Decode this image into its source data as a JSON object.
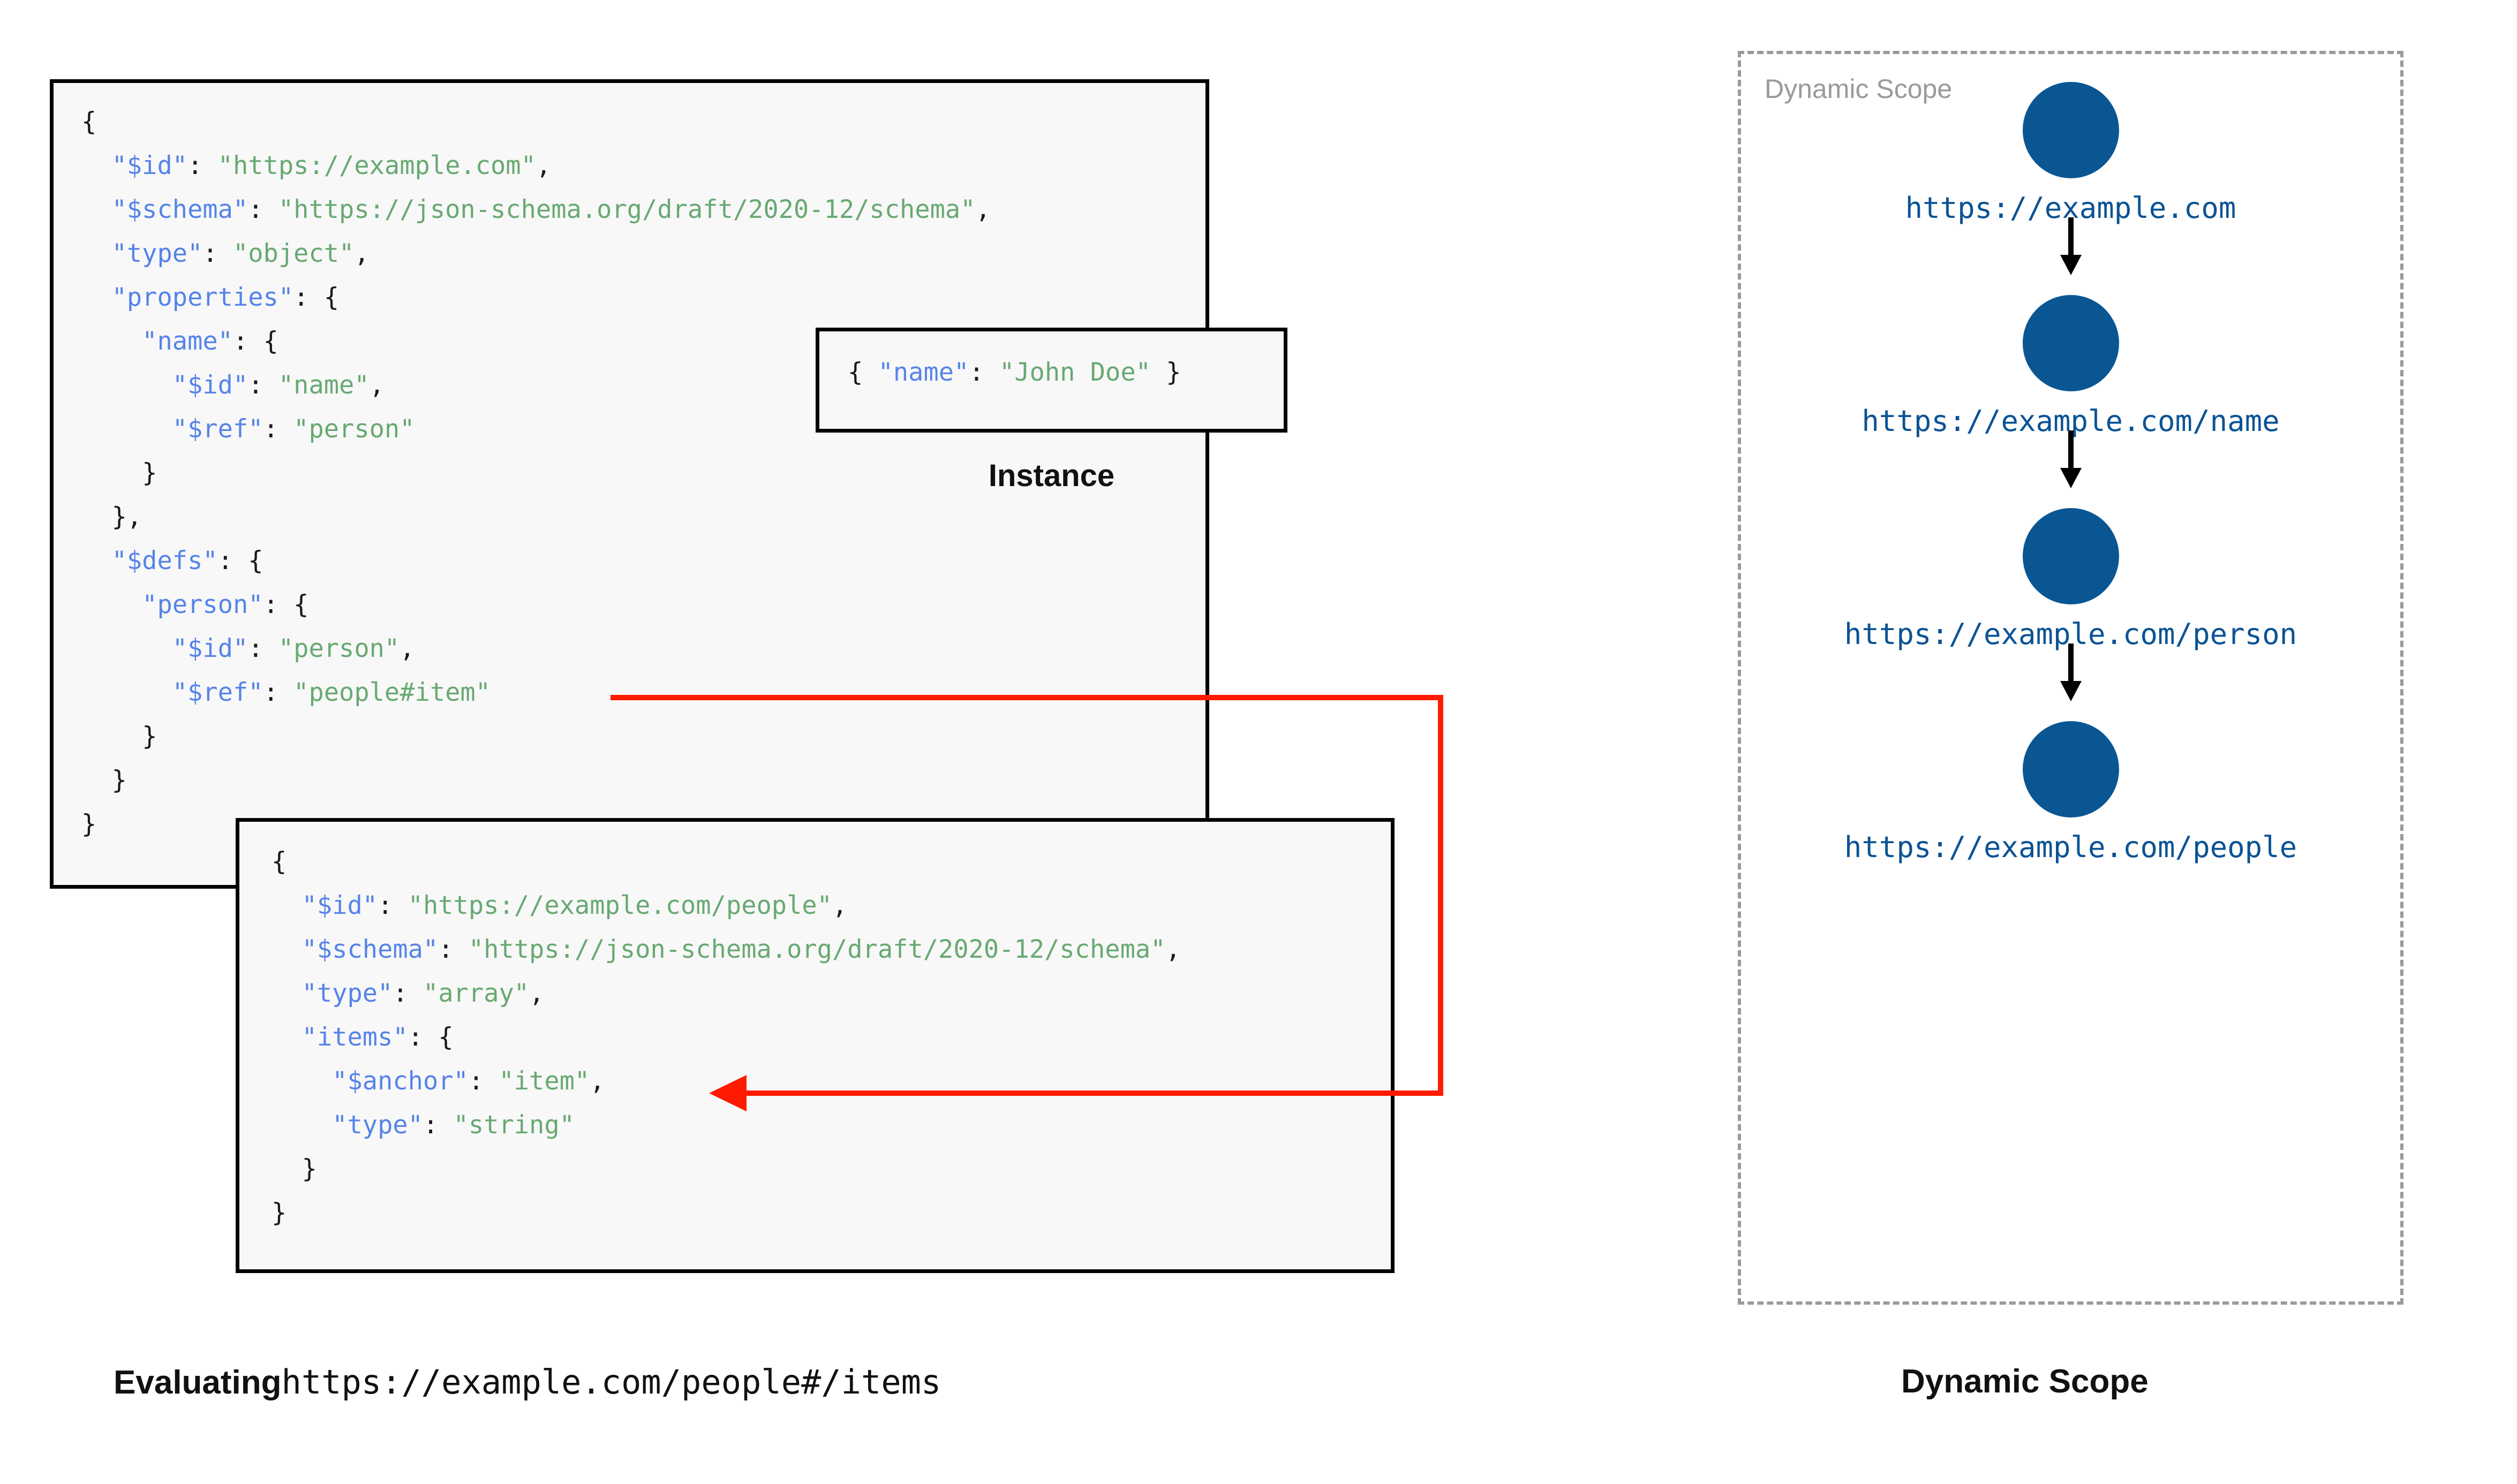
{
  "title": "JSON Schema dynamic scope evaluation diagram",
  "colors": {
    "json_key": "#5684e8",
    "json_string": "#68a972",
    "json_punctuation": "#1a1a1a",
    "box_border": "#000000",
    "box_background": "#f8f8f8",
    "ref_arrow": "#ff1a00",
    "scope_border": "#9a9a9a",
    "scope_label": "#9a9a9a",
    "node_fill": "#0a5693",
    "node_label": "#0b5394",
    "page_background": "#ffffff"
  },
  "schema_root": {
    "name": "root-schema",
    "lines": [
      {
        "indent": 0,
        "tokens": [
          {
            "t": "{",
            "c": "p"
          }
        ]
      },
      {
        "indent": 1,
        "tokens": [
          {
            "t": "\"$id\"",
            "c": "k"
          },
          {
            "t": ": ",
            "c": "p"
          },
          {
            "t": "\"https://example.com\"",
            "c": "s"
          },
          {
            "t": ",",
            "c": "p"
          }
        ]
      },
      {
        "indent": 1,
        "tokens": [
          {
            "t": "\"$schema\"",
            "c": "k"
          },
          {
            "t": ": ",
            "c": "p"
          },
          {
            "t": "\"https://json-schema.org/draft/2020-12/schema\"",
            "c": "s"
          },
          {
            "t": ",",
            "c": "p"
          }
        ]
      },
      {
        "indent": 1,
        "tokens": [
          {
            "t": "\"type\"",
            "c": "k"
          },
          {
            "t": ": ",
            "c": "p"
          },
          {
            "t": "\"object\"",
            "c": "s"
          },
          {
            "t": ",",
            "c": "p"
          }
        ]
      },
      {
        "indent": 1,
        "tokens": [
          {
            "t": "\"properties\"",
            "c": "k"
          },
          {
            "t": ": {",
            "c": "p"
          }
        ]
      },
      {
        "indent": 2,
        "tokens": [
          {
            "t": "\"name\"",
            "c": "k"
          },
          {
            "t": ": {",
            "c": "p"
          }
        ]
      },
      {
        "indent": 3,
        "tokens": [
          {
            "t": "\"$id\"",
            "c": "k"
          },
          {
            "t": ": ",
            "c": "p"
          },
          {
            "t": "\"name\"",
            "c": "s"
          },
          {
            "t": ",",
            "c": "p"
          }
        ]
      },
      {
        "indent": 3,
        "tokens": [
          {
            "t": "\"$ref\"",
            "c": "k"
          },
          {
            "t": ": ",
            "c": "p"
          },
          {
            "t": "\"person\"",
            "c": "s"
          }
        ]
      },
      {
        "indent": 2,
        "tokens": [
          {
            "t": "}",
            "c": "p"
          }
        ]
      },
      {
        "indent": 1,
        "tokens": [
          {
            "t": "},",
            "c": "p"
          }
        ]
      },
      {
        "indent": 1,
        "tokens": [
          {
            "t": "\"$defs\"",
            "c": "k"
          },
          {
            "t": ": {",
            "c": "p"
          }
        ]
      },
      {
        "indent": 2,
        "tokens": [
          {
            "t": "\"person\"",
            "c": "k"
          },
          {
            "t": ": {",
            "c": "p"
          }
        ]
      },
      {
        "indent": 3,
        "tokens": [
          {
            "t": "\"$id\"",
            "c": "k"
          },
          {
            "t": ": ",
            "c": "p"
          },
          {
            "t": "\"person\"",
            "c": "s"
          },
          {
            "t": ",",
            "c": "p"
          }
        ]
      },
      {
        "indent": 3,
        "tokens": [
          {
            "t": "\"$ref\"",
            "c": "k"
          },
          {
            "t": ": ",
            "c": "p"
          },
          {
            "t": "\"people#item\"",
            "c": "s"
          }
        ]
      },
      {
        "indent": 2,
        "tokens": [
          {
            "t": "}",
            "c": "p"
          }
        ]
      },
      {
        "indent": 1,
        "tokens": [
          {
            "t": "}",
            "c": "p"
          }
        ]
      },
      {
        "indent": 0,
        "tokens": [
          {
            "t": "}",
            "c": "p"
          }
        ]
      }
    ]
  },
  "instance": {
    "name": "instance-document",
    "caption": "Instance",
    "lines": [
      {
        "indent": 0,
        "tokens": [
          {
            "t": "{ ",
            "c": "p"
          },
          {
            "t": "\"name\"",
            "c": "k"
          },
          {
            "t": ": ",
            "c": "p"
          },
          {
            "t": "\"John Doe\"",
            "c": "s"
          },
          {
            "t": " }",
            "c": "p"
          }
        ]
      }
    ]
  },
  "people_schema": {
    "name": "people-schema",
    "lines": [
      {
        "indent": 0,
        "tokens": [
          {
            "t": "{",
            "c": "p"
          }
        ]
      },
      {
        "indent": 1,
        "tokens": [
          {
            "t": "\"$id\"",
            "c": "k"
          },
          {
            "t": ": ",
            "c": "p"
          },
          {
            "t": "\"https://example.com/people\"",
            "c": "s"
          },
          {
            "t": ",",
            "c": "p"
          }
        ]
      },
      {
        "indent": 1,
        "tokens": [
          {
            "t": "\"$schema\"",
            "c": "k"
          },
          {
            "t": ": ",
            "c": "p"
          },
          {
            "t": "\"https://json-schema.org/draft/2020-12/schema\"",
            "c": "s"
          },
          {
            "t": ",",
            "c": "p"
          }
        ]
      },
      {
        "indent": 1,
        "tokens": [
          {
            "t": "\"type\"",
            "c": "k"
          },
          {
            "t": ": ",
            "c": "p"
          },
          {
            "t": "\"array\"",
            "c": "s"
          },
          {
            "t": ",",
            "c": "p"
          }
        ]
      },
      {
        "indent": 1,
        "tokens": [
          {
            "t": "\"items\"",
            "c": "k"
          },
          {
            "t": ": {",
            "c": "p"
          }
        ]
      },
      {
        "indent": 2,
        "tokens": [
          {
            "t": "\"$anchor\"",
            "c": "k"
          },
          {
            "t": ": ",
            "c": "p"
          },
          {
            "t": "\"item\"",
            "c": "s"
          },
          {
            "t": ",",
            "c": "p"
          }
        ]
      },
      {
        "indent": 2,
        "tokens": [
          {
            "t": "\"type\"",
            "c": "k"
          },
          {
            "t": ": ",
            "c": "p"
          },
          {
            "t": "\"string\"",
            "c": "s"
          }
        ]
      },
      {
        "indent": 1,
        "tokens": [
          {
            "t": "}",
            "c": "p"
          }
        ]
      },
      {
        "indent": 0,
        "tokens": [
          {
            "t": "}",
            "c": "p"
          }
        ]
      }
    ]
  },
  "reference_arrow": {
    "name": "ref-resolution-arrow",
    "from": "\"$ref\": \"people#item\"",
    "to": "\"$anchor\": \"item\"",
    "color": "#ff1a00"
  },
  "dynamic_scope": {
    "panel_label": "Dynamic Scope",
    "nodes": [
      {
        "label": "https://example.com"
      },
      {
        "label": "https://example.com/name"
      },
      {
        "label": "https://example.com/person"
      },
      {
        "label": "https://example.com/people"
      }
    ]
  },
  "captions": {
    "evaluating_prefix": "Evaluating",
    "evaluating_uri": "https://example.com/people#/items",
    "dynamic_scope": "Dynamic Scope"
  }
}
